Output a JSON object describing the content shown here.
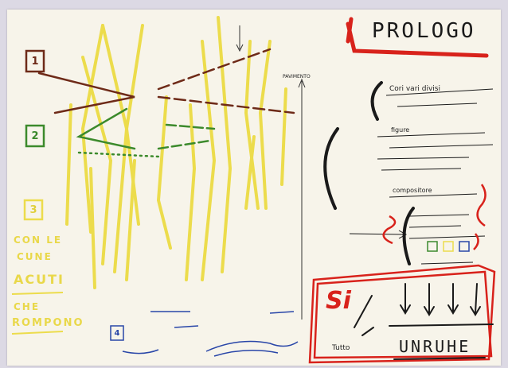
{
  "sketch": {
    "title": "PROLOGO",
    "section_numbers": [
      "1",
      "2",
      "3",
      "4"
    ],
    "left_annotation_lines": [
      "CON LE",
      "CUNE",
      "ACUTI",
      "CHE",
      "ROMPONO"
    ],
    "center_label": "PAVIMENTO",
    "bottom_word": "UNRUHE",
    "bottom_left_word": "Si",
    "bottom_label": "Tutto",
    "notes": {
      "cori": "Cori vari divisi",
      "figure": "figure",
      "composer": "compositore"
    },
    "colors": {
      "paper": "#f7f4ea",
      "yellow": "#ecdc4c",
      "red": "#d8221b",
      "brown": "#6e2a18",
      "green": "#3c8a2c",
      "black": "#1a1a1a",
      "blue": "#2946a8"
    }
  }
}
